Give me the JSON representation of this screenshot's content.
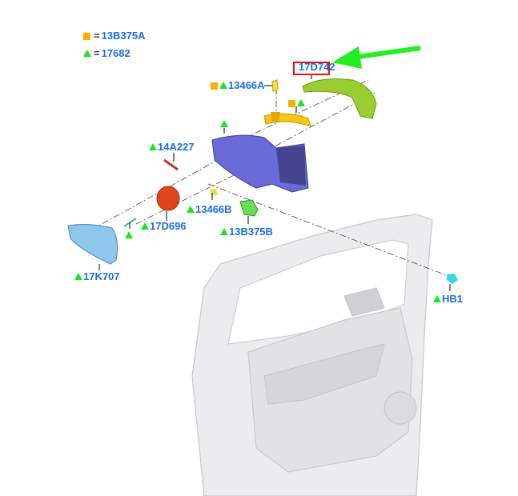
{
  "legend": [
    {
      "symbol": "orange-square",
      "code": "13B375A"
    },
    {
      "symbol": "green-triangle",
      "code": "17682"
    }
  ],
  "legend_eq": "=",
  "parts": {
    "p17D742": "17D742",
    "p13466A": "13466A",
    "p14A227": "14A227",
    "p13466B": "13466B",
    "p17D696": "17D696",
    "p13B375B": "13B375B",
    "p17K707": "17K707",
    "pHB1": "HB1"
  },
  "colors": {
    "label": "#1a6ee6",
    "square": "#ffad00",
    "triangle": "#1ee61e",
    "highlight": "#e81010",
    "arrow": "#22ee22"
  }
}
